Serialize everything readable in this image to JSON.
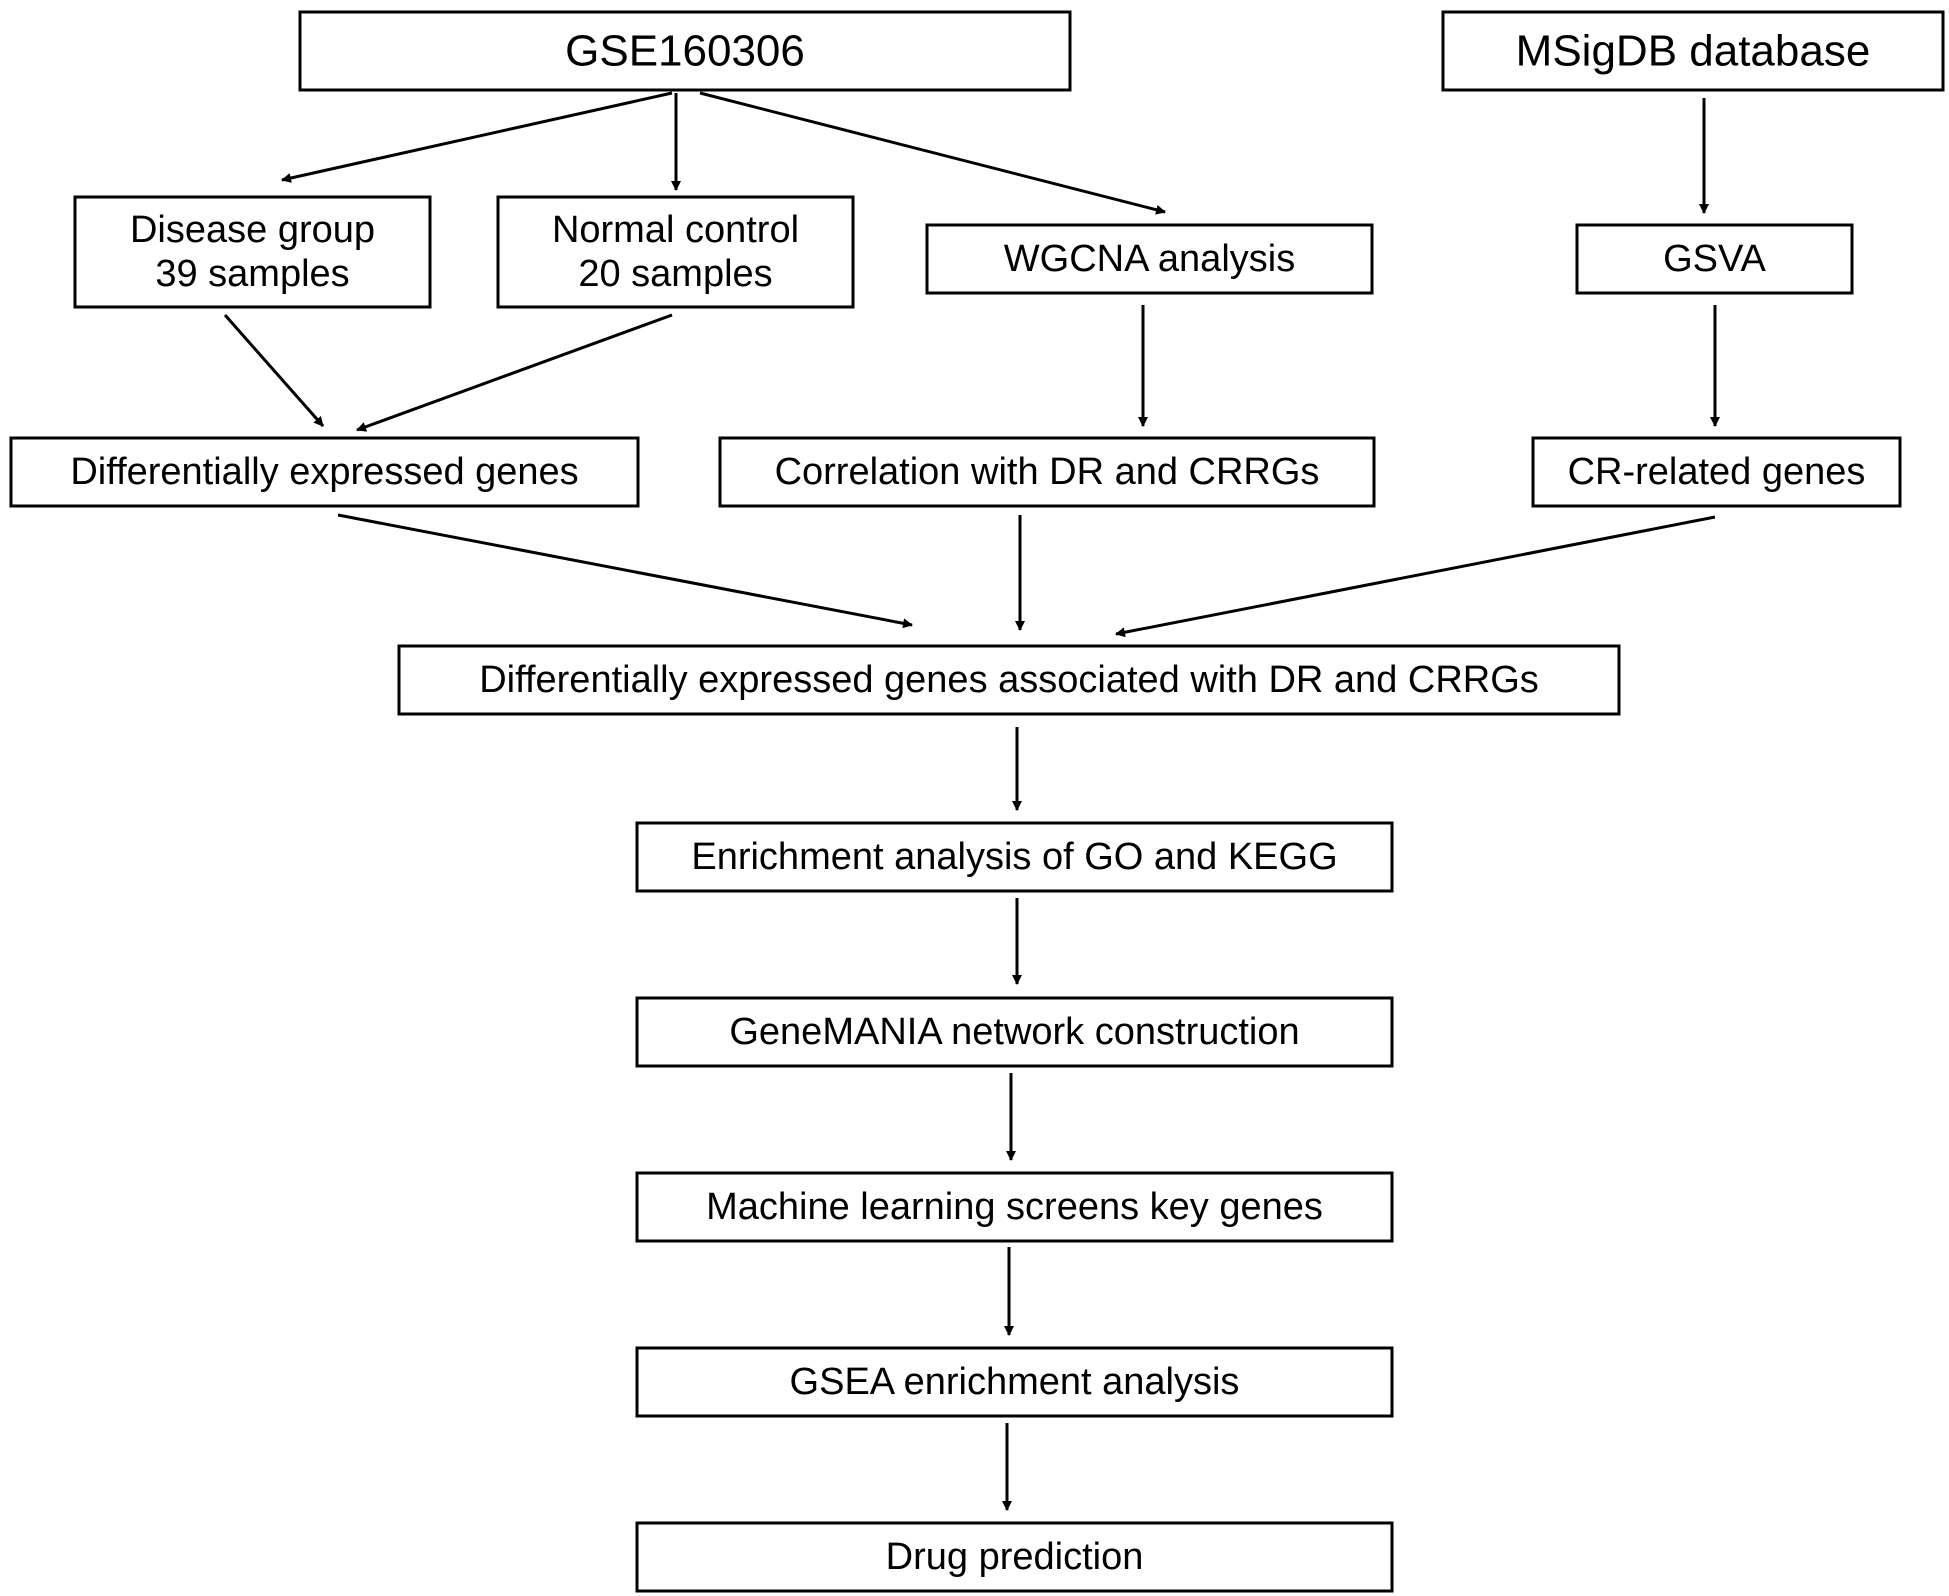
{
  "nodes": [
    {
      "id": "gse",
      "lines": [
        "GSE160306"
      ]
    },
    {
      "id": "msigdb",
      "lines": [
        "MSigDB database"
      ]
    },
    {
      "id": "disease",
      "lines": [
        "Disease group",
        "39 samples"
      ]
    },
    {
      "id": "normal",
      "lines": [
        "Normal control",
        "20 samples"
      ]
    },
    {
      "id": "wgcna",
      "lines": [
        "WGCNA analysis"
      ]
    },
    {
      "id": "gsva",
      "lines": [
        "GSVA"
      ]
    },
    {
      "id": "deg",
      "lines": [
        "Differentially expressed genes"
      ]
    },
    {
      "id": "corr",
      "lines": [
        "Correlation with DR and CRRGs"
      ]
    },
    {
      "id": "crgenes",
      "lines": [
        "CR-related genes"
      ]
    },
    {
      "id": "degassoc",
      "lines": [
        "Differentially expressed genes associated with DR and CRRGs"
      ]
    },
    {
      "id": "enrich",
      "lines": [
        "Enrichment analysis of GO and KEGG"
      ]
    },
    {
      "id": "genemania",
      "lines": [
        "GeneMANIA network construction"
      ]
    },
    {
      "id": "ml",
      "lines": [
        "Machine learning screens key genes"
      ]
    },
    {
      "id": "gsea",
      "lines": [
        "GSEA enrichment analysis"
      ]
    },
    {
      "id": "drug",
      "lines": [
        "Drug prediction"
      ]
    }
  ],
  "edges": [
    {
      "from": "gse",
      "to": "disease"
    },
    {
      "from": "gse",
      "to": "normal"
    },
    {
      "from": "gse",
      "to": "wgcna"
    },
    {
      "from": "msigdb",
      "to": "gsva"
    },
    {
      "from": "disease",
      "to": "deg"
    },
    {
      "from": "normal",
      "to": "deg"
    },
    {
      "from": "wgcna",
      "to": "corr"
    },
    {
      "from": "gsva",
      "to": "crgenes"
    },
    {
      "from": "deg",
      "to": "degassoc"
    },
    {
      "from": "corr",
      "to": "degassoc"
    },
    {
      "from": "crgenes",
      "to": "degassoc"
    },
    {
      "from": "degassoc",
      "to": "enrich"
    },
    {
      "from": "enrich",
      "to": "genemania"
    },
    {
      "from": "genemania",
      "to": "ml"
    },
    {
      "from": "ml",
      "to": "gsea"
    },
    {
      "from": "gsea",
      "to": "drug"
    }
  ]
}
